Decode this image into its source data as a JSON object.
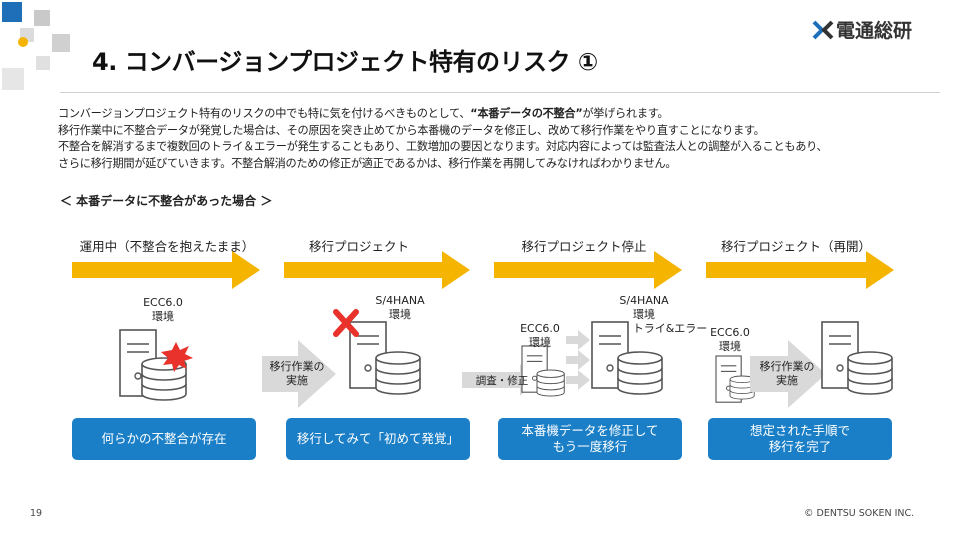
{
  "header": {
    "title": "4. コンバージョンプロジェクト特有のリスク ①",
    "logo_text": "電通総研"
  },
  "body": {
    "line1_pre": "コンバージョンプロジェクト特有のリスクの中でも特に気を付けるべきものとして、",
    "line1_bold": "“本番データの不整合”",
    "line1_post": "が挙げられます。",
    "line2": "移行作業中に不整合データが発覚した場合は、その原因を突き止めてから本番機のデータを修正し、改めて移行作業をやり直すことになります。",
    "line3": "不整合を解消するまで複数回のトライ＆エラーが発生することもあり、工数増加の要因となります。対応内容によっては監査法人との調整が入ることもあり、",
    "line4": "さらに移行期間が延びていきます。不整合解消のための修正が適正であるかは、移行作業を再開してみなければわかりません。"
  },
  "subheading": "＜ 本番データに不整合があった場合 ＞",
  "phases": [
    {
      "label": "運用中（不整合を抱えたまま）",
      "system": "ECC6.0\n環境",
      "caption": "何らかの不整合が存在"
    },
    {
      "label": "移行プロジェクト",
      "system": "S/4HANA\n環境",
      "arrow_text": "移行作業の\n実施",
      "caption": "移行してみて「初めて発覚」"
    },
    {
      "label": "移行プロジェクト停止",
      "system": "S/4HANA\n環境",
      "system_small": "ECC6.0\n環境",
      "fix_text": "調査・修正",
      "trial_text": "トライ&エラー",
      "caption": "本番機データを修正して\nもう一度移行"
    },
    {
      "label": "移行プロジェクト（再開）",
      "system": "ECC6.0\n環境",
      "arrow_text": "移行作業の\n実施",
      "caption": "想定された手順で\n移行を完了"
    }
  ],
  "footer": {
    "page_number": "19",
    "copyright": "© DENTSU SOKEN INC."
  },
  "colors": {
    "arrow": "#f5b400",
    "caption_box": "#1a7fc7",
    "error": "#e8322b",
    "logo_blue": "#1e6fb8"
  }
}
